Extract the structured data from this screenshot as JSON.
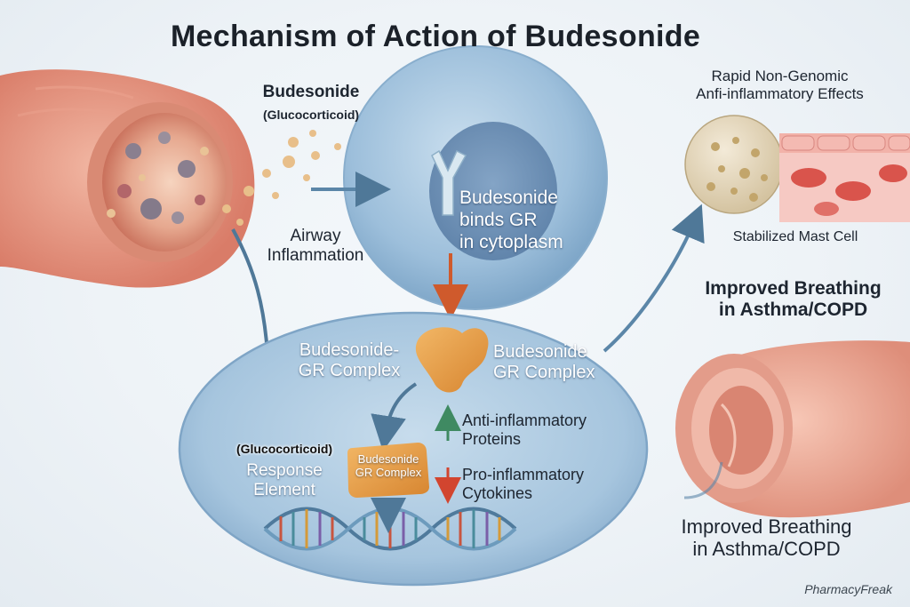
{
  "title": "Mechanism of Action of Budesonide",
  "drug": {
    "name": "Budesonide",
    "class": "(Glucocorticoid)"
  },
  "airway": {
    "line1": "Airway",
    "line2": "Inflammation"
  },
  "cytoplasm_step": {
    "line1": "Budesonide",
    "line2": "binds GR",
    "line3": "in cytoplasm"
  },
  "complex_left": {
    "line1": "Budesonide-",
    "line2": "GR Complex"
  },
  "complex_right": {
    "line1": "Budesonide",
    "line2": "GR Complex"
  },
  "response_element": {
    "line1": "(Glucocorticoid)",
    "line2": "Response",
    "line3": "Element"
  },
  "dna_complex": {
    "line1": "Budesonide",
    "line2": "GR Complex"
  },
  "anti_inflammatory": {
    "line1": "Anti-inflammatory",
    "line2": "Proteins"
  },
  "pro_inflammatory": {
    "line1": "Pro-inflammatory",
    "line2": "Cytokines"
  },
  "rapid_effects": {
    "line1": "Rapid Non-Genomic",
    "line2": "Anfi-inflammatory Effects"
  },
  "mast_cell": "Stabilized Mast Cell",
  "breathing_top": {
    "line1": "Improved Breathing",
    "line2": "in Asthma/COPD"
  },
  "breathing_bottom": {
    "line1": "Improved Breathing",
    "line2": "in Asthma/COPD"
  },
  "watermark": "PharmacyFreak",
  "colors": {
    "upregulation_arrow": "#3f8a62",
    "downregulation_arrow": "#d2452f",
    "complex_orange": "#e39a3f",
    "flow_arrow": "#4f7898"
  }
}
